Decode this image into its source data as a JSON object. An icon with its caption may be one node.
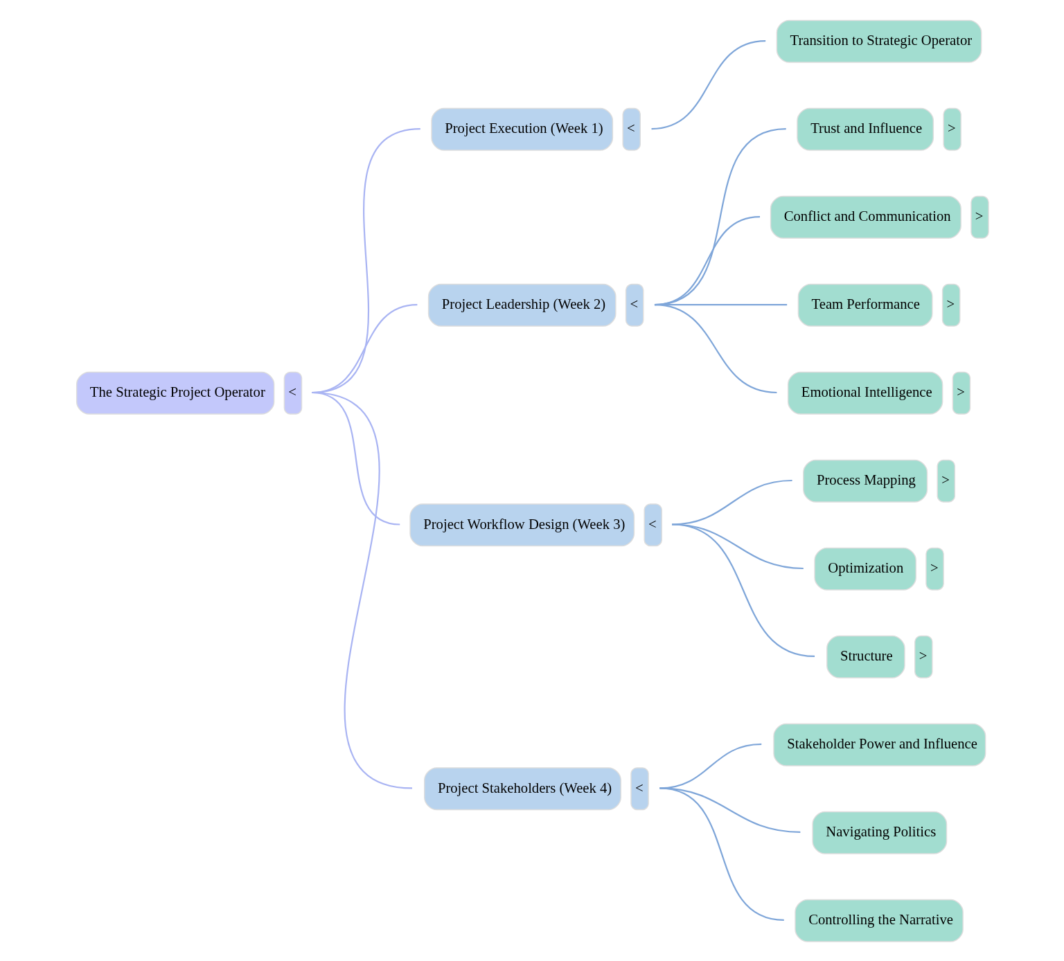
{
  "diagram": {
    "nodes": [
      {
        "text": [
          "The Strategic Project Operator"
        ],
        "beside": [
          "<"
        ]
      },
      {
        "text": [
          "Project Execution (Week 1)"
        ],
        "beside": [
          "<"
        ]
      },
      {
        "text": [
          "Transition to Strategic Operator"
        ]
      },
      {
        "text": [
          "Project Leadership (Week 2)"
        ],
        "beside": [
          "<"
        ]
      },
      {
        "text": [
          "Trust and Influence"
        ],
        "beside": [
          ">"
        ]
      },
      {
        "text": [
          "Conflict and Communication"
        ],
        "beside": [
          ">"
        ]
      },
      {
        "text": [
          "Team Performance"
        ],
        "beside": [
          ">"
        ]
      },
      {
        "text": [
          "Emotional Intelligence"
        ],
        "beside": [
          ">"
        ]
      },
      {
        "text": [
          "Project Workflow Design (Week 3)"
        ],
        "beside": [
          "<"
        ]
      },
      {
        "text": [
          "Process Mapping"
        ],
        "beside": [
          ">"
        ]
      },
      {
        "text": [
          "Optimization"
        ],
        "beside": [
          ">"
        ]
      },
      {
        "text": [
          "Structure"
        ],
        "beside": [
          ">"
        ]
      },
      {
        "text": [
          "Project Stakeholders (Week 4)"
        ],
        "beside": [
          "<"
        ]
      },
      {
        "text": [
          "Stakeholder Power and Influence"
        ]
      },
      {
        "text": [
          "Navigating Politics"
        ]
      },
      {
        "text": [
          "Controlling the Narrative"
        ]
      }
    ],
    "edges": [
      {
        "from": 0,
        "to": 1,
        "arrow": "none",
        "color": "#a9b4f3"
      },
      {
        "from": 1,
        "to": 2,
        "arrow": "none"
      },
      {
        "from": 0,
        "to": 3,
        "arrow": "none",
        "color": "#a9b4f3"
      },
      {
        "from": 3,
        "to": 4,
        "arrow": "none"
      },
      {
        "from": 3,
        "to": 5,
        "arrow": "none"
      },
      {
        "from": 3,
        "to": 6,
        "arrow": "none"
      },
      {
        "from": 3,
        "to": 7,
        "arrow": "none"
      },
      {
        "from": 0,
        "to": 8,
        "arrow": "none",
        "color": "#a9b4f3"
      },
      {
        "from": 8,
        "to": 9,
        "arrow": "none"
      },
      {
        "from": 8,
        "to": 10,
        "arrow": "none"
      },
      {
        "from": 8,
        "to": 11,
        "arrow": "none"
      },
      {
        "from": 0,
        "to": 12,
        "arrow": "none",
        "color": "#a9b4f3"
      },
      {
        "from": 12,
        "to": 13,
        "arrow": "none"
      },
      {
        "from": 12,
        "to": 14,
        "arrow": "none"
      },
      {
        "from": 12,
        "to": 15,
        "arrow": "none"
      }
    ]
  }
}
